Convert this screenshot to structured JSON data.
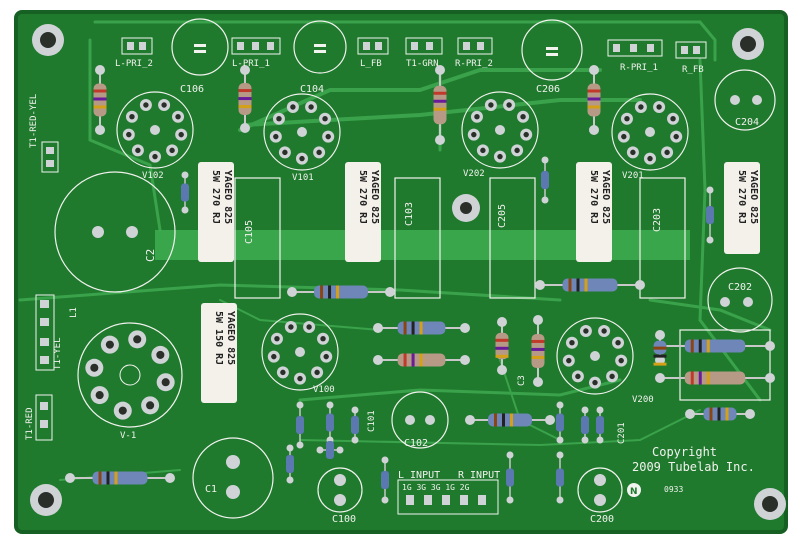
{
  "board": {
    "colors": {
      "background": "#ffffff",
      "solder_mask": "#1f7a2e",
      "solder_mask_dark": "#166024",
      "trace": "#3aa24a",
      "silkscreen": "#f2f2ee",
      "pad": "#cfd3d6",
      "hole": "#2a2f2a",
      "resistor_body": "#6f86b8",
      "power_resistor": "#f4f1ea"
    },
    "labels": {
      "l_pri_2": "L-PRI_2",
      "l_pri_1": "L-PRI_1",
      "l_fb": "L_FB",
      "t1_grn": "T1-GRN",
      "r_pri_2": "R-PRI_2",
      "r_pri_1": "R-PRI_1",
      "r_fb": "R_FB",
      "c106": "C106",
      "c104": "C104",
      "c206": "C206",
      "c204": "C204",
      "t1_red_yel": "T1-RED-YEL",
      "v102": "V102",
      "v101": "V101",
      "v202": "V202",
      "v201": "V201",
      "c105": "C105",
      "c103": "C103",
      "c205": "C205",
      "c203": "C203",
      "c2": "C2",
      "c202": "C202",
      "t1_yel": "T1-YEL",
      "l1": "L1",
      "t1_red": "T1-RED",
      "v1": "V-1",
      "v100": "V100",
      "v200": "V200",
      "c1": "C1",
      "c101": "C101",
      "c102": "C102",
      "c100": "C100",
      "c200": "C200",
      "c201": "C201",
      "c3": "C3",
      "input_l": "L INPUT",
      "input_r": "R INPUT",
      "input_pins": "1G 3G 3G 1G 2G",
      "copyright_1": "Copyright",
      "copyright_2": "2009 Tubelab Inc.",
      "date_code": "0933"
    },
    "power_resistors": {
      "r5w270_line1": "5W 270 RJ",
      "r5w270_line2": "YAGEO 825",
      "r5w150_line1": "5W 150 RJ",
      "r5w150_line2": "YAGEO 825"
    }
  }
}
